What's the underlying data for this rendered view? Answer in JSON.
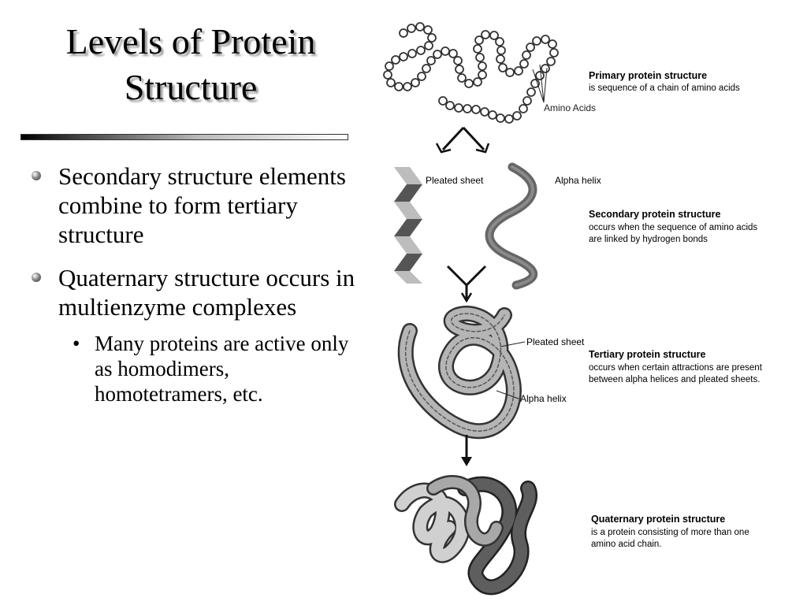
{
  "slide": {
    "title_line1": "Levels of Protein",
    "title_line2": "Structure",
    "bullets": [
      "Secondary structure elements combine to form tertiary structure",
      "Quaternary structure occurs in multienzyme complexes"
    ],
    "sub_bullet": "Many proteins are active only as homodimers, homotetramers, etc."
  },
  "diagram": {
    "primary": {
      "heading": "Primary protein structure",
      "desc": "is sequence of a chain of amino acids",
      "callout": "Amino Acids"
    },
    "secondary": {
      "pleated_label": "Pleated sheet",
      "helix_label": "Alpha helix",
      "heading": "Secondary protein structure",
      "desc_line1": "occurs when the sequence of amino acids",
      "desc_line2": "are linked by hydrogen bonds"
    },
    "tertiary": {
      "pleated_label": "Pleated sheet",
      "helix_label": "Alpha helix",
      "heading": "Tertiary protein structure",
      "desc_line1": "occurs when certain attractions are present",
      "desc_line2": "between alpha helices and pleated sheets."
    },
    "quaternary": {
      "heading": "Quaternary protein structure",
      "desc_line1": "is a protein consisting of more than one",
      "desc_line2": "amino acid chain."
    }
  }
}
